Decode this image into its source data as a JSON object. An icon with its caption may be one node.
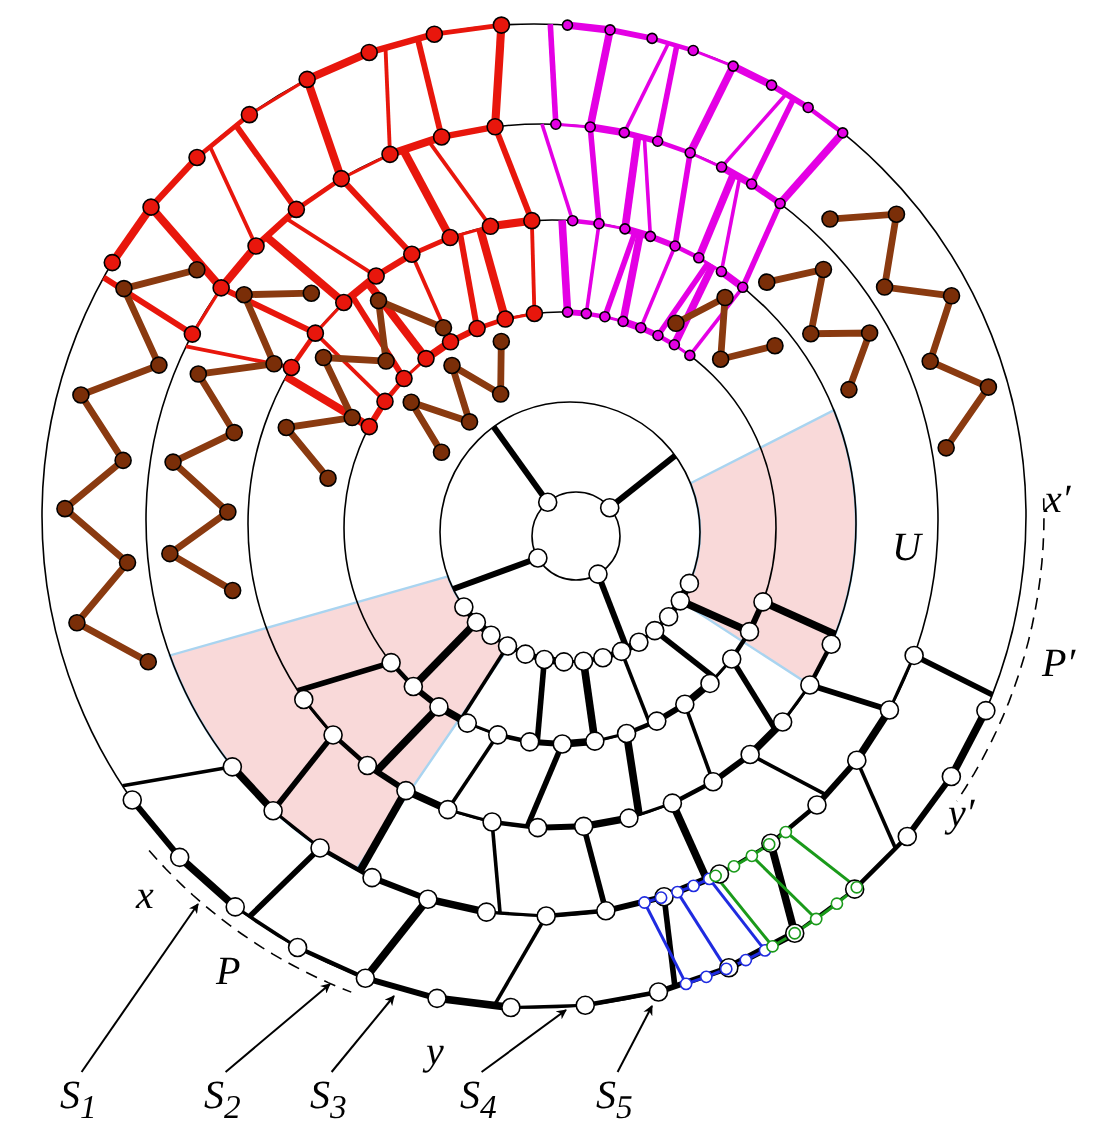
{
  "diagram": {
    "nodes": [
      {
        "text": [
          "S$_{1}$"
        ]
      },
      {
        "text": [
          "S$_{2}$"
        ]
      },
      {
        "text": [
          "S$_{3}$"
        ]
      },
      {
        "text": [
          "S$_{4}$"
        ]
      },
      {
        "text": [
          "S$_{5}$"
        ]
      }
    ],
    "edges": [
      {
        "from": 0,
        "to": null,
        "arrow": "to"
      },
      {
        "from": 1,
        "to": null,
        "arrow": "to"
      },
      {
        "from": 2,
        "to": null,
        "arrow": "to"
      },
      {
        "from": 3,
        "to": null,
        "arrow": "to"
      },
      {
        "from": 4,
        "to": null,
        "arrow": "to"
      }
    ],
    "labels": [
      "x",
      "P",
      "y",
      "U",
      "x′",
      "P′",
      "y′"
    ]
  }
}
